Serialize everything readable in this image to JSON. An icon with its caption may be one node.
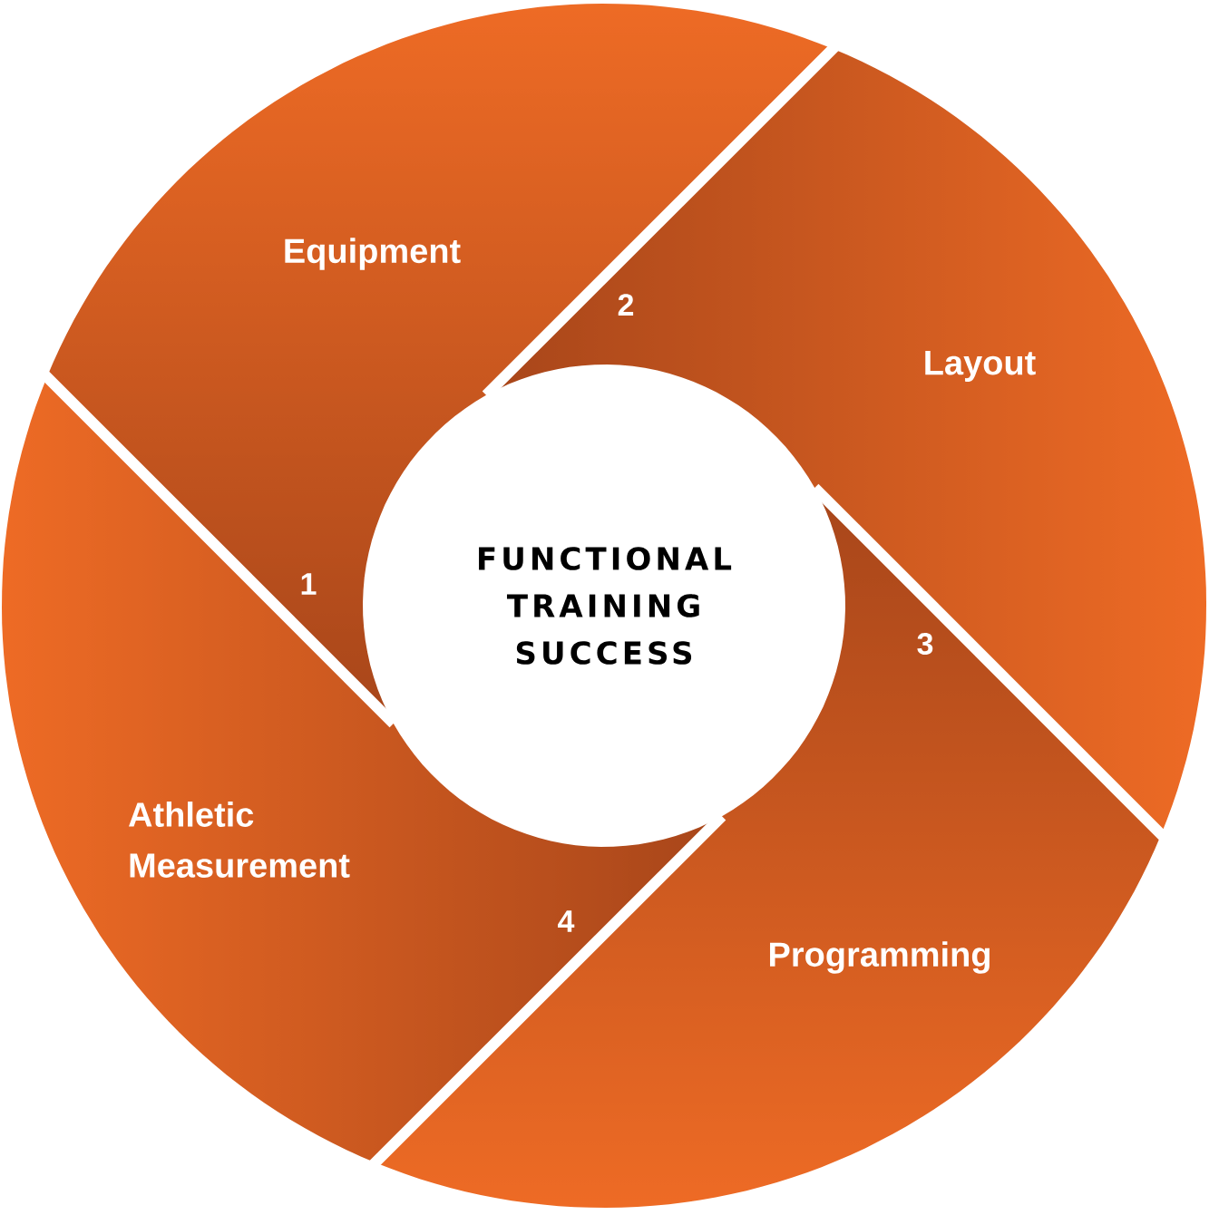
{
  "diagram": {
    "nodes": [
      {
        "text": [
          "FUNCTIONAL TRAINING SUCCESS"
        ]
      },
      {
        "text": [
          "Equipment",
          "1"
        ]
      },
      {
        "text": [
          "2",
          "Layout"
        ]
      },
      {
        "text": [
          "3",
          "Programming"
        ]
      },
      {
        "text": [
          "Athletic Measurement",
          "4"
        ]
      }
    ]
  }
}
